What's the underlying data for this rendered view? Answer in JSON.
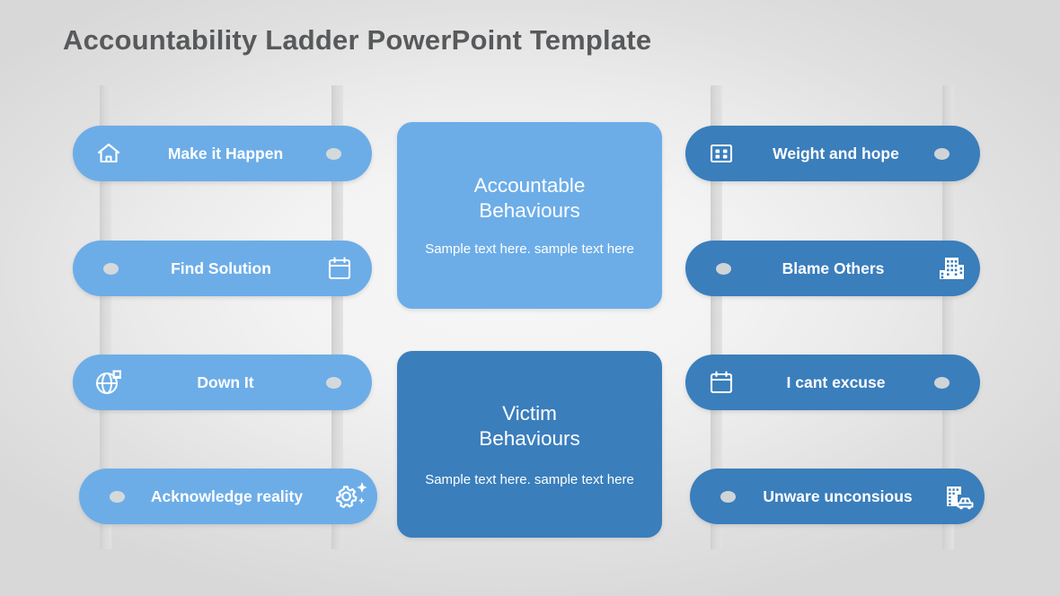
{
  "slide": {
    "title": "Accountability Ladder PowerPoint Template",
    "background_color": "#eeeeee",
    "accent_light": "#6cade8",
    "accent_dark": "#3a7ebc",
    "rail_color": "#dadada",
    "text_on_accent": "#ffffff",
    "title_color": "#58595b"
  },
  "rails": [
    {
      "name": "left-rail-inner"
    },
    {
      "name": "left-rail-outer"
    },
    {
      "name": "right-rail-inner"
    },
    {
      "name": "right-rail-outer"
    }
  ],
  "left_column": {
    "color": "#6cade8",
    "steps": [
      {
        "label": "Make it Happen",
        "icon": "home-icon",
        "icon_side": "left",
        "marker_side": "right"
      },
      {
        "label": "Find Solution",
        "icon": "calendar-icon",
        "icon_side": "right",
        "marker_side": "left"
      },
      {
        "label": "Down It",
        "icon": "globe-icon",
        "icon_side": "left",
        "marker_side": "right"
      },
      {
        "label": "Acknowledge reality",
        "icon": "gear-sparkle-icon",
        "icon_side": "right",
        "marker_side": "left"
      }
    ]
  },
  "right_column": {
    "color": "#3a7ebc",
    "steps": [
      {
        "label": "Weight and hope",
        "icon": "grid-icon",
        "icon_side": "left",
        "marker_side": "right"
      },
      {
        "label": "Blame Others",
        "icon": "building-icon",
        "icon_side": "right",
        "marker_side": "left"
      },
      {
        "label": "I cant excuse",
        "icon": "calendar-icon",
        "icon_side": "left",
        "marker_side": "right"
      },
      {
        "label": "Unware unconsious",
        "icon": "building-car-icon",
        "icon_side": "right",
        "marker_side": "left"
      }
    ]
  },
  "center_cards": [
    {
      "title": "Accountable\nBehaviours",
      "subtitle": "Sample text here. sample text here",
      "color": "#6cade8"
    },
    {
      "title": "Victim\nBehaviours",
      "subtitle": "Sample text here. sample text here",
      "color": "#3a7ebc"
    }
  ]
}
